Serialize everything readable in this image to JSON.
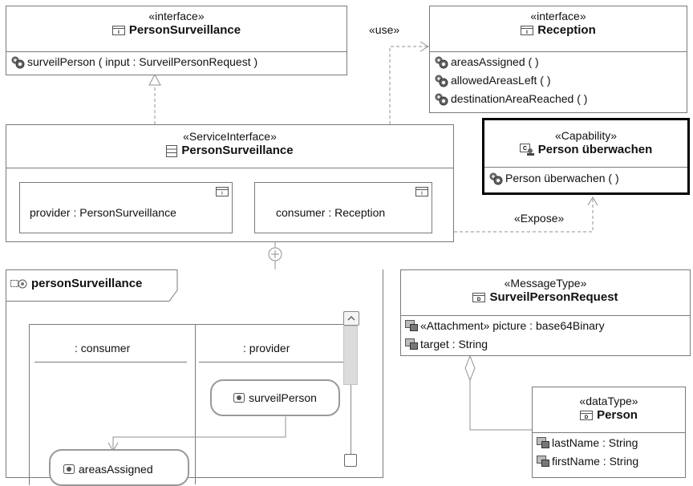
{
  "colors": {
    "border": "#7a7a7a",
    "selection": "#000000",
    "connector": "#909090",
    "background": "#ffffff"
  },
  "nodes": {
    "iface_person_surveillance": {
      "stereotype": "«interface»",
      "name": "PersonSurveillance",
      "operations": [
        "surveilPerson ( input : SurveilPersonRequest )"
      ],
      "icon": "interface-icon"
    },
    "iface_reception": {
      "stereotype": "«interface»",
      "name": "Reception",
      "operations": [
        "areasAssigned ( )",
        "allowedAreasLeft ( )",
        "destinationAreaReached ( )"
      ],
      "icon": "interface-icon"
    },
    "service_interface": {
      "stereotype": "«ServiceInterface»",
      "name": "PersonSurveillance",
      "parts": [
        {
          "label": "provider : PersonSurveillance"
        },
        {
          "label": "consumer : Reception"
        }
      ],
      "icon": "service-interface-icon"
    },
    "capability": {
      "stereotype": "«Capability»",
      "name": "Person überwachen",
      "operations": [
        "Person überwachen ( )"
      ],
      "icon": "capability-icon",
      "selected": true
    },
    "interaction": {
      "name": "personSurveillance",
      "lifelines": [
        ": consumer",
        ": provider"
      ],
      "messages": [
        "surveilPerson",
        "areasAssigned"
      ],
      "icon": "interaction-icon"
    },
    "message_type": {
      "stereotype": "«MessageType»",
      "name": "SurveilPersonRequest",
      "attributes": [
        "«Attachment» picture : base64Binary",
        "target : String"
      ],
      "icon": "message-type-icon"
    },
    "data_type": {
      "stereotype": "«dataType»",
      "name": "Person",
      "attributes": [
        "lastName : String",
        "firstName : String"
      ],
      "icon": "data-type-icon"
    }
  },
  "edges": [
    {
      "label": "«use»",
      "from": "service_interface",
      "to": "iface_reception"
    },
    {
      "label": "«Expose»",
      "from": "service_interface",
      "to": "capability"
    },
    {
      "label": "",
      "from": "service_interface",
      "to": "iface_person_surveillance",
      "kind": "realization"
    },
    {
      "label": "",
      "from": "message_type",
      "to": "data_type",
      "kind": "aggregation"
    }
  ]
}
